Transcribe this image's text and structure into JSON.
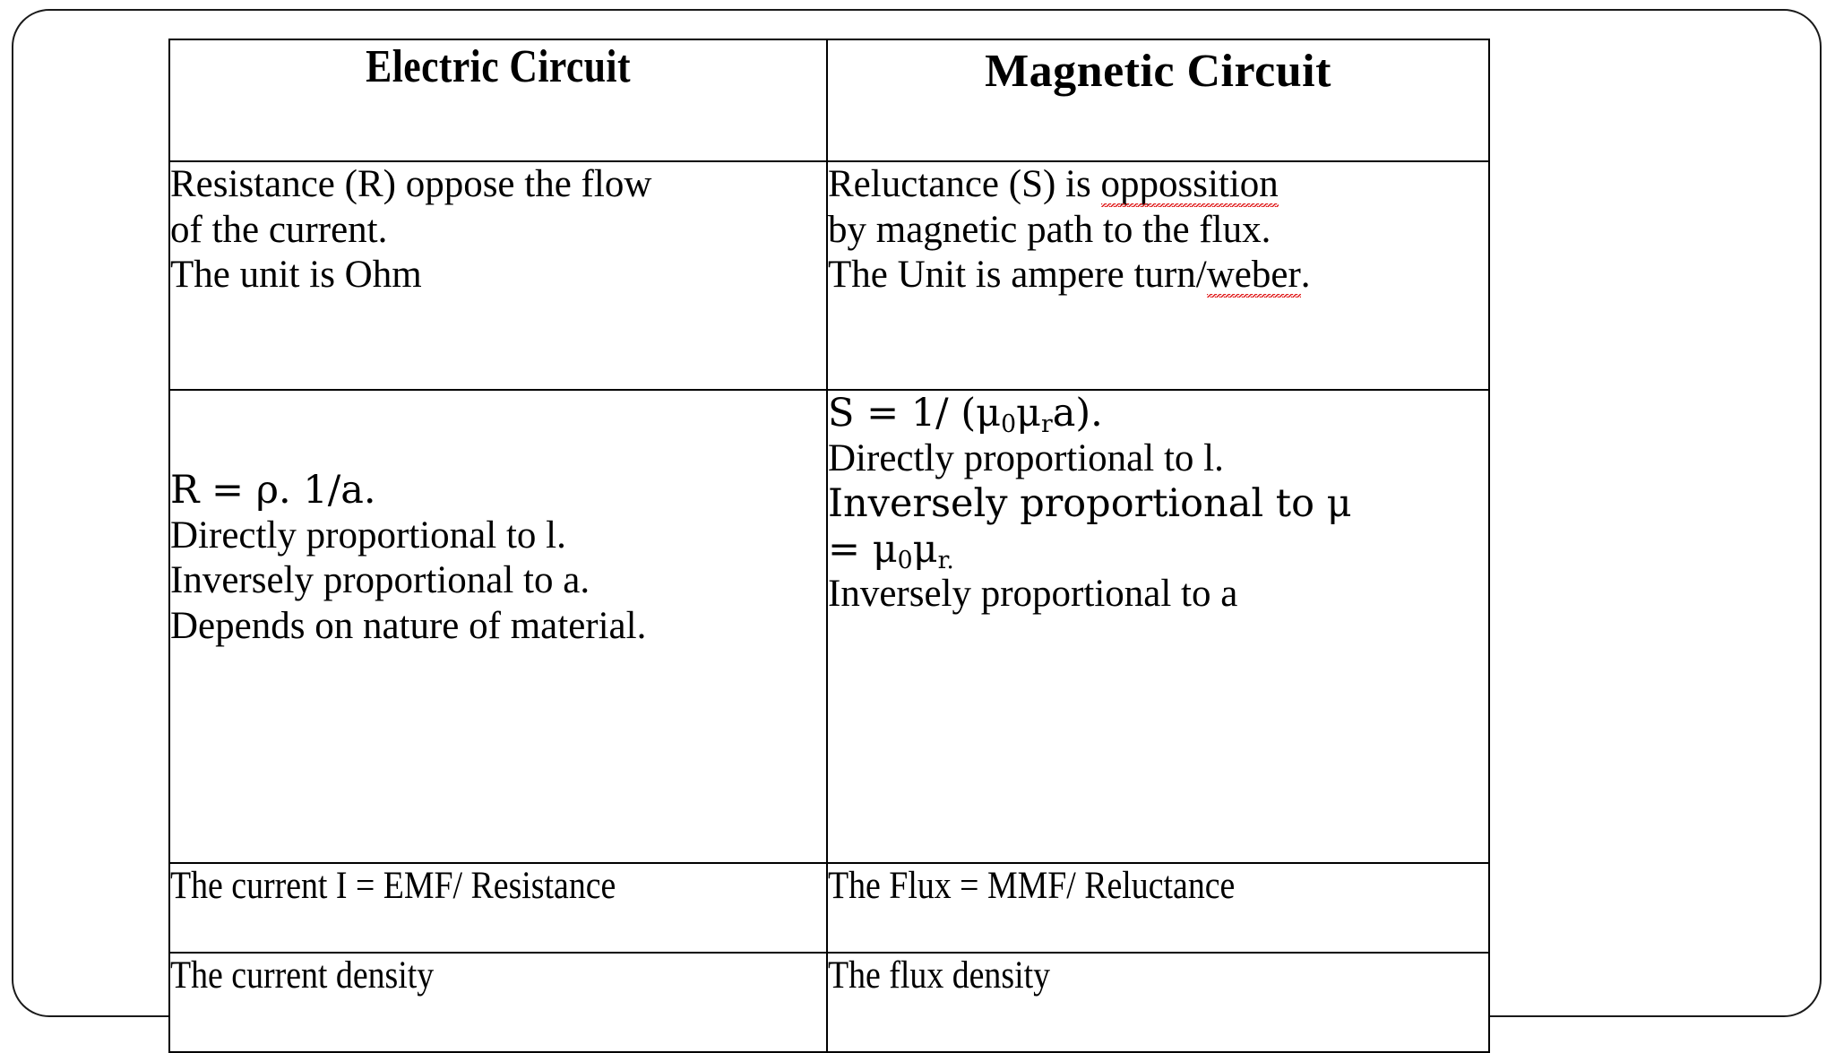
{
  "slide": {
    "border_color": "#1a1a1a",
    "background": "#ffffff",
    "spellcheck_underline_color": "#e01b1b"
  },
  "table": {
    "headers": {
      "left": "Electric Circuit",
      "right": "Magnetic Circuit"
    },
    "rows": [
      {
        "name": "definition-row",
        "left_lines": [
          "Resistance  (R) oppose the flow",
          "of the current.",
          "The unit is Ohm"
        ],
        "right_lines": [
          "Reluctance (S) is ",
          "oppossition",
          "by magnetic  path to the flux.",
          "The Unit is ampere turn/",
          "weber",
          "."
        ]
      },
      {
        "name": "formula-row",
        "left_lines": [
          "R = ρ. 1/a.",
          "Directly proportional to l.",
          "Inversely  proportional to a.",
          "Depends on nature of material."
        ],
        "right_lines": [
          "S = 1/ (μ",
          "0",
          "μ",
          "r",
          "a).",
          "Directly proportional to l.",
          "Inversely  proportional to μ",
          "= μ",
          "0",
          "μ",
          "r.",
          "Inversely  proportional to a"
        ]
      },
      {
        "name": "ratio-row",
        "left": "The current I = EMF/ Resistance",
        "right": "The Flux = MMF/ Reluctance"
      },
      {
        "name": "density-row",
        "left": "The current density",
        "right": "The flux density"
      }
    ]
  },
  "content": {
    "r1c1_l1": "Resistance  (R) oppose the flow",
    "r1c1_l2": "of the current.",
    "r1c1_l3": "The unit is Ohm",
    "r1c2_l1a": "Reluctance (S) is ",
    "r1c2_l1b": "oppossition",
    "r1c2_l2": "by magnetic  path to the flux.",
    "r1c2_l3a": "The Unit is ampere turn/",
    "r1c2_l3b": "weber",
    "r1c2_l3c": ".",
    "r2c1_l1": "R = ρ. 1/a.",
    "r2c1_l2": "Directly proportional to l.",
    "r2c1_l3": "Inversely  proportional to a.",
    "r2c1_l4": "Depends on nature of material.",
    "r2c2_l1a": "S = 1/ (μ",
    "r2c2_l1b": "0",
    "r2c2_l1c": "μ",
    "r2c2_l1d": "r",
    "r2c2_l1e": "a).",
    "r2c2_l2": "Directly proportional to l.",
    "r2c2_l3": "Inversely  proportional to μ",
    "r2c2_l4a": "= μ",
    "r2c2_l4b": "0",
    "r2c2_l4c": "μ",
    "r2c2_l4d": "r.",
    "r2c2_l5": "Inversely  proportional to a",
    "r3c1": "The current I = EMF/ Resistance",
    "r3c2": "The Flux = MMF/ Reluctance",
    "r4c1": "The current density",
    "r4c2": "The flux density"
  }
}
